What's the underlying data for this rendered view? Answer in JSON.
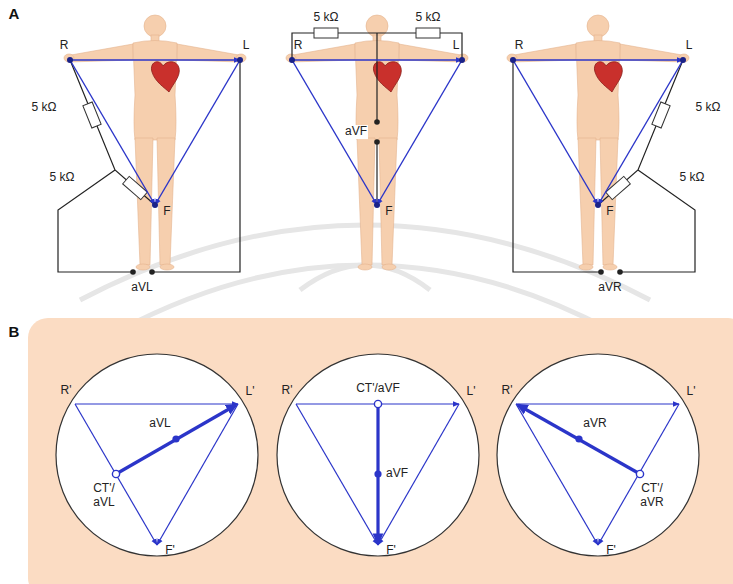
{
  "diagram": {
    "labels": [
      "A",
      "R",
      "L",
      "5 kΩ",
      "5 kΩ",
      "F",
      "aVL",
      "5 kΩ",
      "5 kΩ",
      "R",
      "L",
      "aVF",
      "F",
      "R",
      "L",
      "5 kΩ",
      "5 kΩ",
      "F",
      "aVR",
      "B",
      "R'",
      "L'",
      "aVL",
      "CT'/ aVL",
      "F'",
      "R'",
      "CT'/aVF",
      "L'",
      "aVF",
      "F'",
      "R'",
      "L'",
      "aVR",
      "CT'/ aVR",
      "F'"
    ]
  }
}
